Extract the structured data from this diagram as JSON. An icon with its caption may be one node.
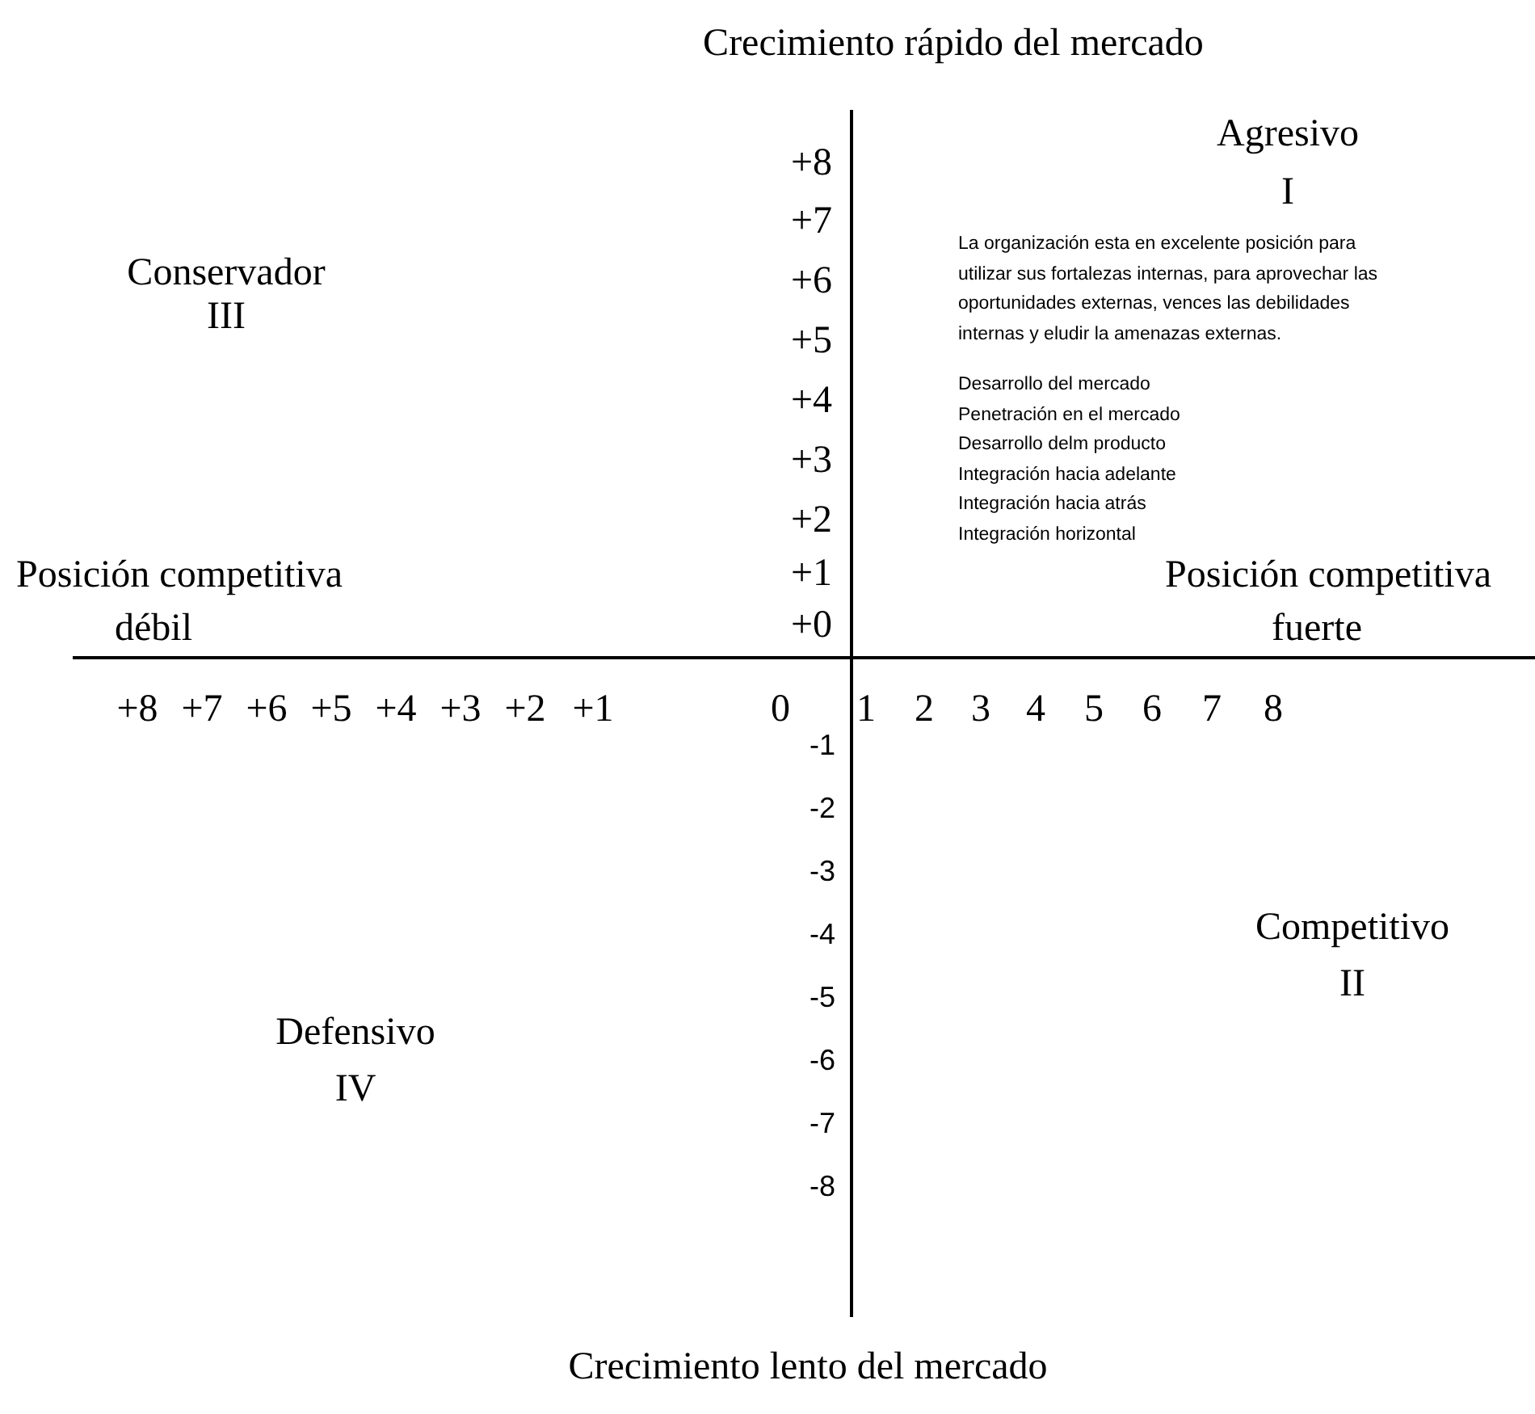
{
  "diagram": {
    "labels": [
      "Crecimiento rápido del mercado",
      "Agresivo",
      "I",
      "+8",
      "+7",
      "+6",
      "+5",
      "+4",
      "+3",
      "+2",
      "+1",
      "+0",
      "Conservador",
      "III",
      "La organización esta en excelente posición para utilizar sus fortalezas internas, para aprovechar las oportunidades externas, vences las debilidades internas y eludir la amenazas externas.",
      "Desarrollo del mercado",
      "Penetración en el mercado",
      "Desarrollo delm producto",
      "Integración hacia adelante",
      "Integración hacia atrás",
      "Integración horizontal",
      "Posición competitiva",
      "débil",
      "Posición competitiva",
      "fuerte",
      "+8",
      "+7",
      "+6",
      "+5",
      "+4",
      "+3",
      "+2",
      "+1",
      "0",
      "1",
      "2",
      "3",
      "4",
      "5",
      "6",
      "7",
      "8",
      "-1",
      "-2",
      "-3",
      "-4",
      "-5",
      "-6",
      "-7",
      "-8",
      "Competitivo",
      "II",
      "Defensivo",
      "IV",
      "Crecimiento lento del mercado"
    ]
  }
}
